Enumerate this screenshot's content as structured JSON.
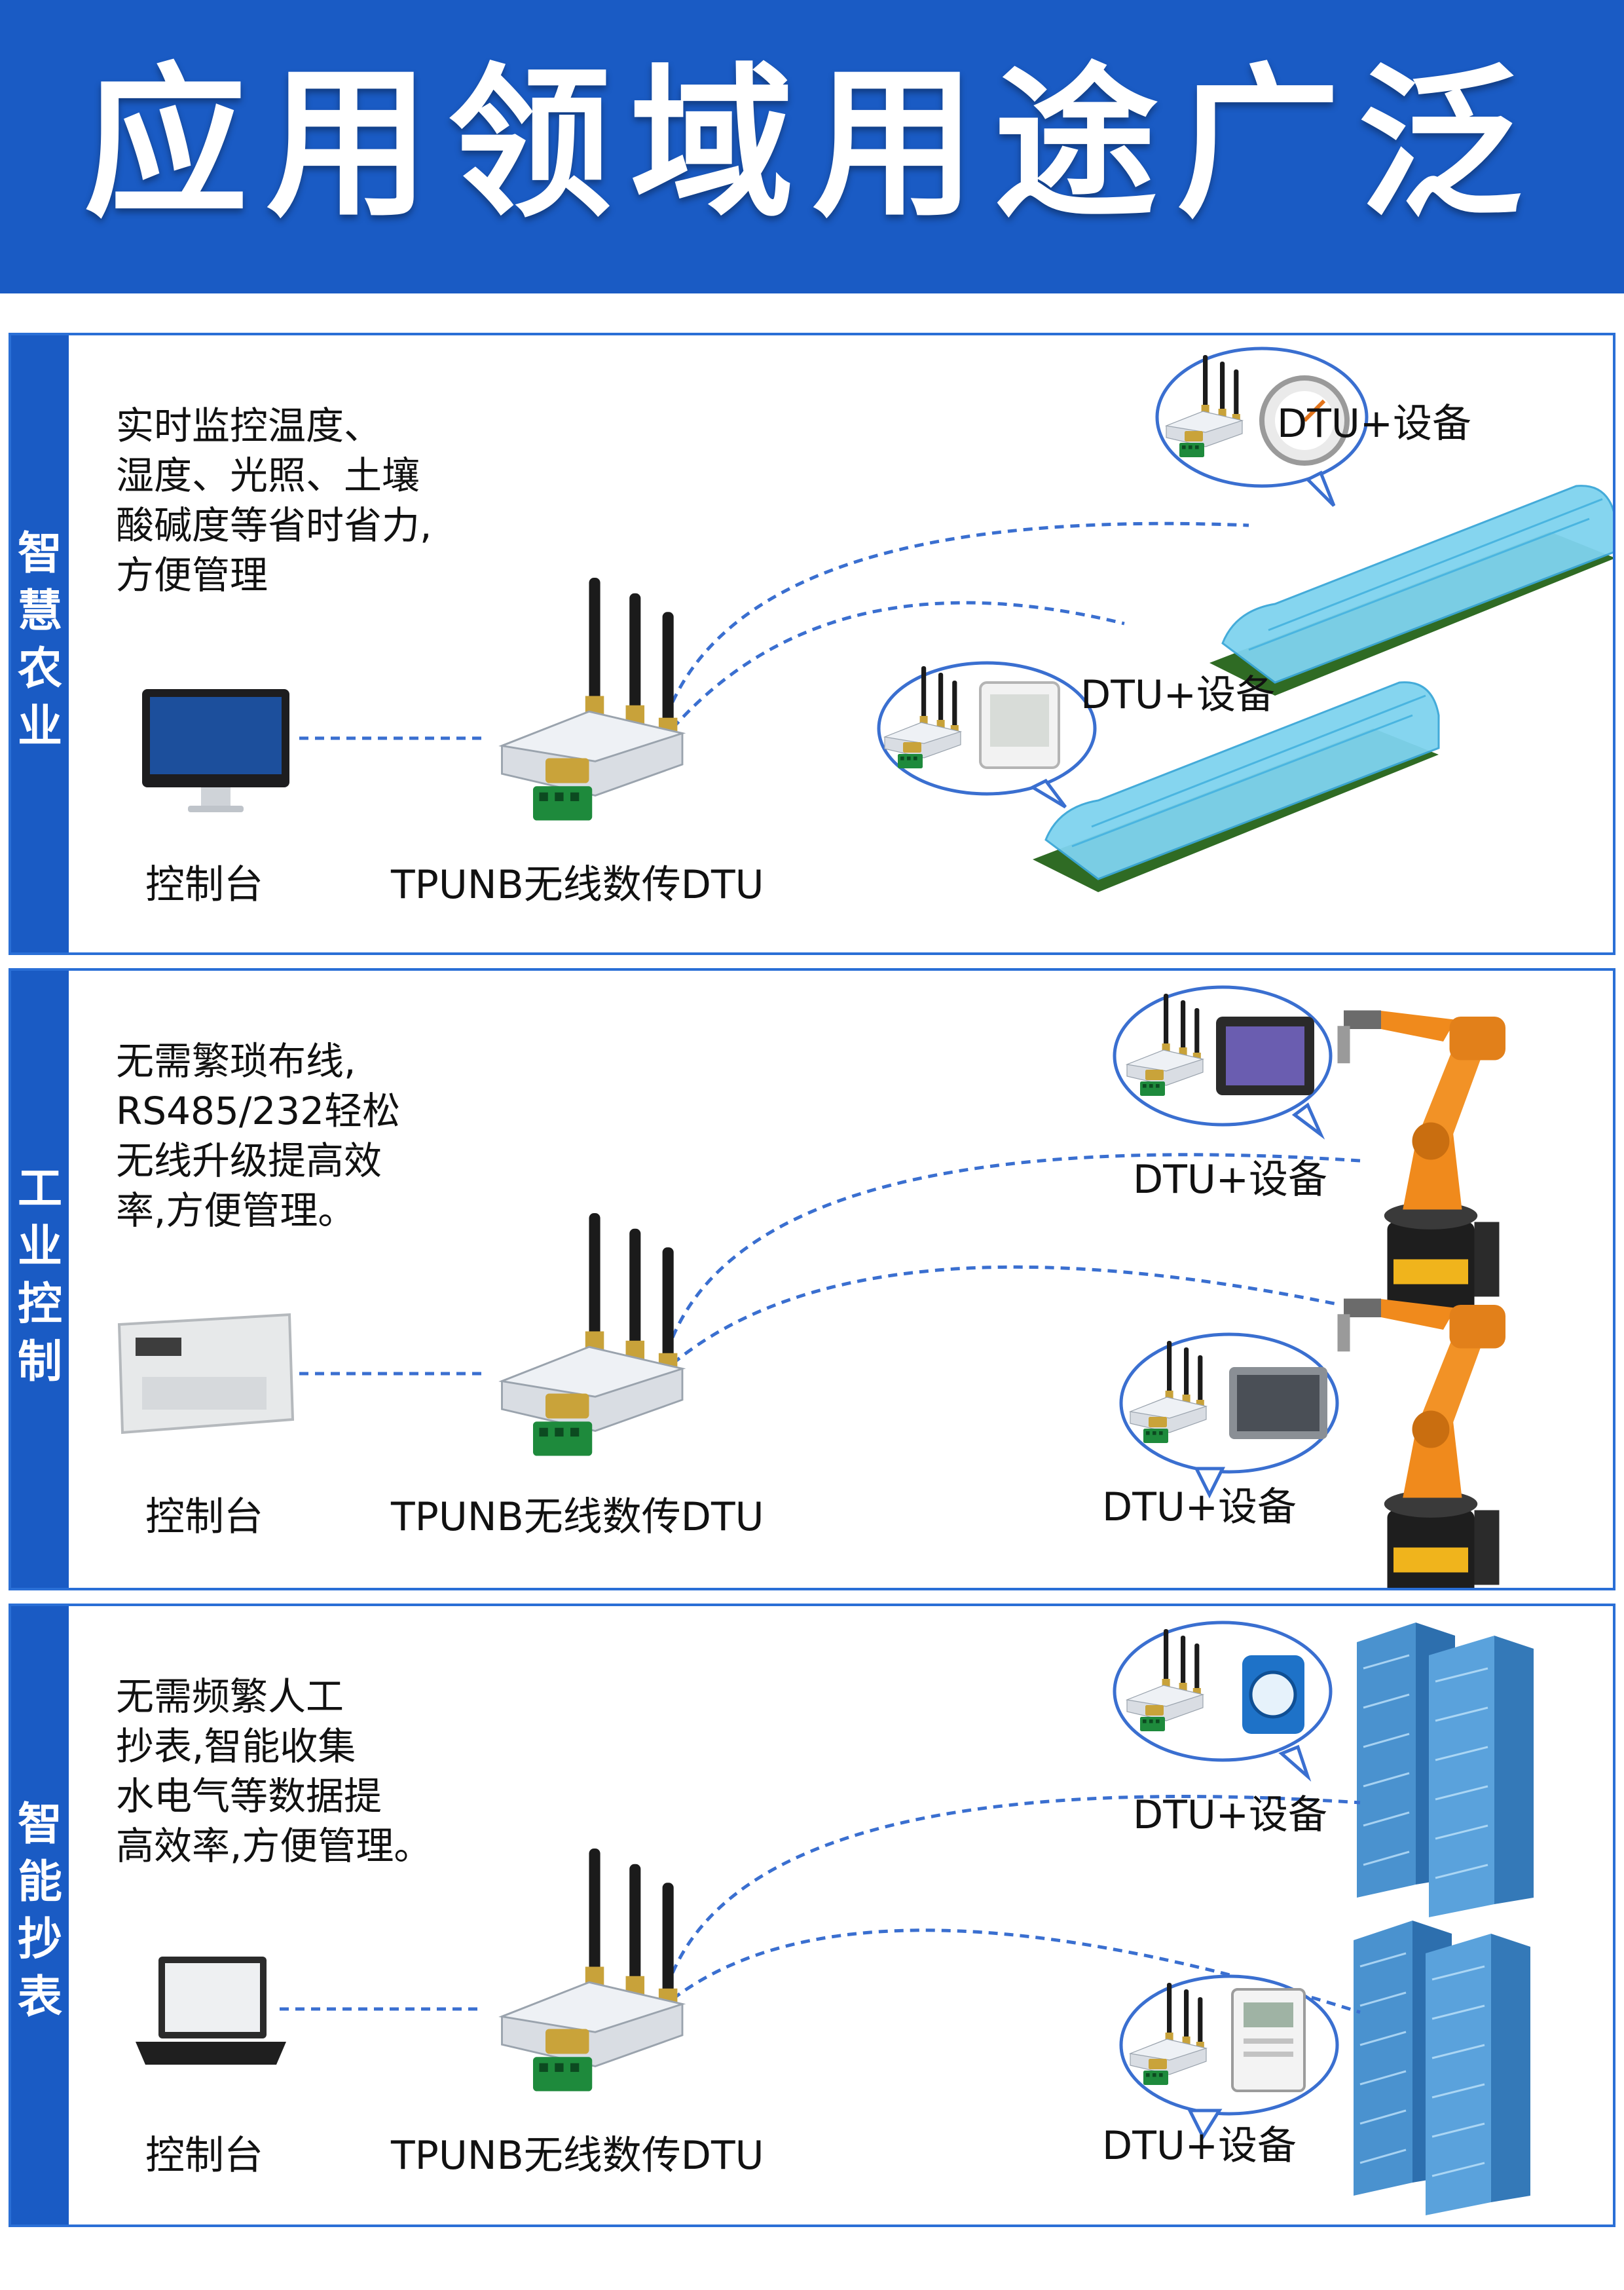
{
  "header": {
    "title": "应用领域用途广泛"
  },
  "sections": [
    {
      "name": "智慧农业",
      "chars": [
        "智",
        "慧",
        "农",
        "业"
      ],
      "desc": [
        "实时监控温度、",
        "湿度、光照、土壤",
        "酸碱度等省时省力,",
        "方便管理"
      ],
      "console": "控制台",
      "dtu": "TPUNB无线数传DTU",
      "device_top": "DTU+设备",
      "device_bottom": "DTU+设备"
    },
    {
      "name": "工业控制",
      "chars": [
        "工",
        "业",
        "控",
        "制"
      ],
      "desc": [
        "无需繁琐布线,",
        "RS485/232轻松",
        "无线升级提高效",
        "率,方便管理。"
      ],
      "console": "控制台",
      "dtu": "TPUNB无线数传DTU",
      "device_top": "DTU+设备",
      "device_bottom": "DTU+设备"
    },
    {
      "name": "智能抄表",
      "chars": [
        "智",
        "能",
        "抄",
        "表"
      ],
      "desc": [
        "无需频繁人工",
        "抄表,智能收集",
        "水电气等数据提",
        "高效率,方便管理。"
      ],
      "console": "控制台",
      "dtu": "TPUNB无线数传DTU",
      "device_top": "DTU+设备",
      "device_bottom": "DTU+设备"
    }
  ],
  "colors": {
    "brand_blue": "#1a5bc4",
    "dash_blue": "#3a6fd0",
    "robot_orange": "#f08a1c"
  },
  "icons": [
    "monitor-icon",
    "plc-icon",
    "laptop-icon",
    "antenna-dtu-icon",
    "gauge-icon",
    "thermometer-display-icon",
    "touchscreen-icon",
    "water-meter-icon",
    "electric-meter-icon",
    "greenhouse-icon",
    "robot-arm-icon",
    "skyscraper-icon"
  ]
}
